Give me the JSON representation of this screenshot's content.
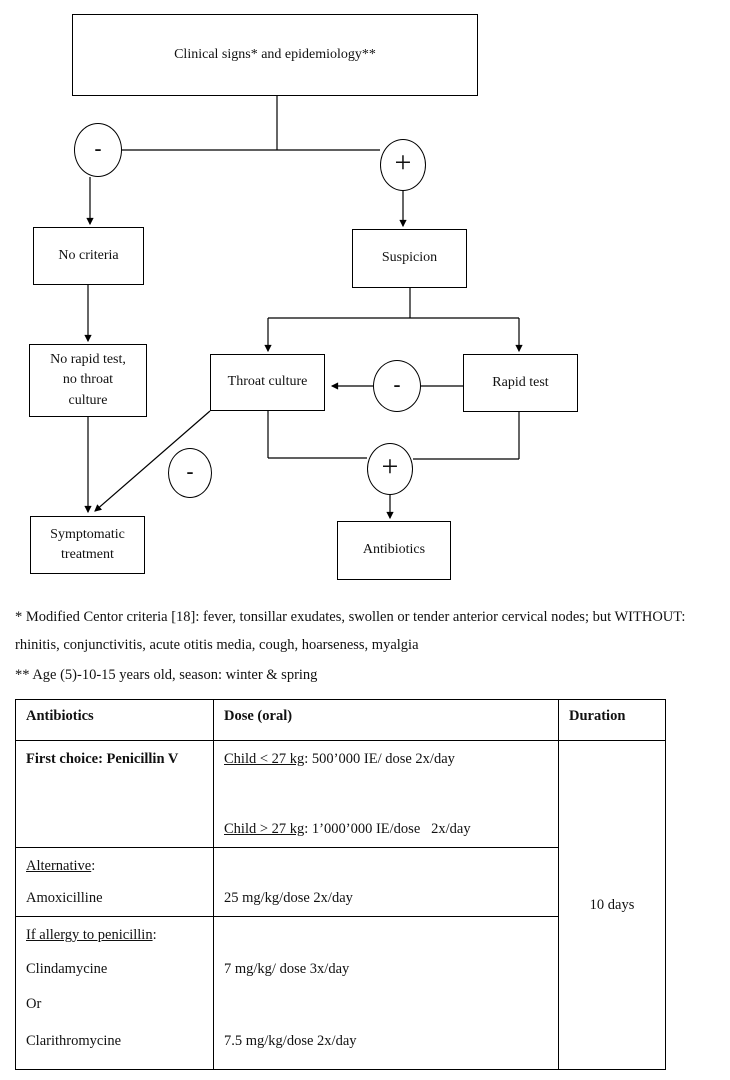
{
  "flowchart": {
    "nodes": {
      "clinical": "Clinical signs* and epidemiology**",
      "no_criteria": "No criteria",
      "suspicion": "Suspicion",
      "no_rapid_test": "No rapid test,\nno throat\nculture",
      "throat_culture": "Throat culture",
      "rapid_test": "Rapid test",
      "symptomatic": "Symptomatic\ntreatment",
      "antibiotics": "Antibiotics"
    },
    "signs": {
      "minus": "-",
      "plus": "+"
    }
  },
  "footnotes": {
    "centor": "* Modified Centor criteria [18]: fever, tonsillar exudates, swollen or tender anterior cervical nodes; but WITHOUT: rhinitis, conjunctivitis, acute otitis media, cough, hoarseness, myalgia",
    "age": "** Age (5)-10-15 years old, season: winter & spring"
  },
  "table": {
    "headers": {
      "antibiotics": "Antibiotics",
      "dose": "Dose (oral)",
      "duration": "Duration"
    },
    "row1": {
      "drug": "First choice: Penicillin V",
      "dose1_u": "Child < 27 kg",
      "dose1_rest": ": 500’000 IE/ dose 2x/day",
      "dose2_u": "Child > 27 kg",
      "dose2_rest": ": 1’000’000 IE/dose   2x/day",
      "duration": "10 days"
    },
    "row2": {
      "label_u": "Alternative",
      "label_rest": ":",
      "drug": "Amoxicilline",
      "dose": "25 mg/kg/dose 2x/day"
    },
    "row3": {
      "label_u": "If allergy to penicillin",
      "label_rest": ":",
      "drug1": "Clindamycine",
      "or": "Or",
      "drug2": "Clarithromycine",
      "dose1": "7 mg/kg/ dose 3x/day",
      "dose2": "7.5 mg/kg/dose 2x/day"
    }
  }
}
